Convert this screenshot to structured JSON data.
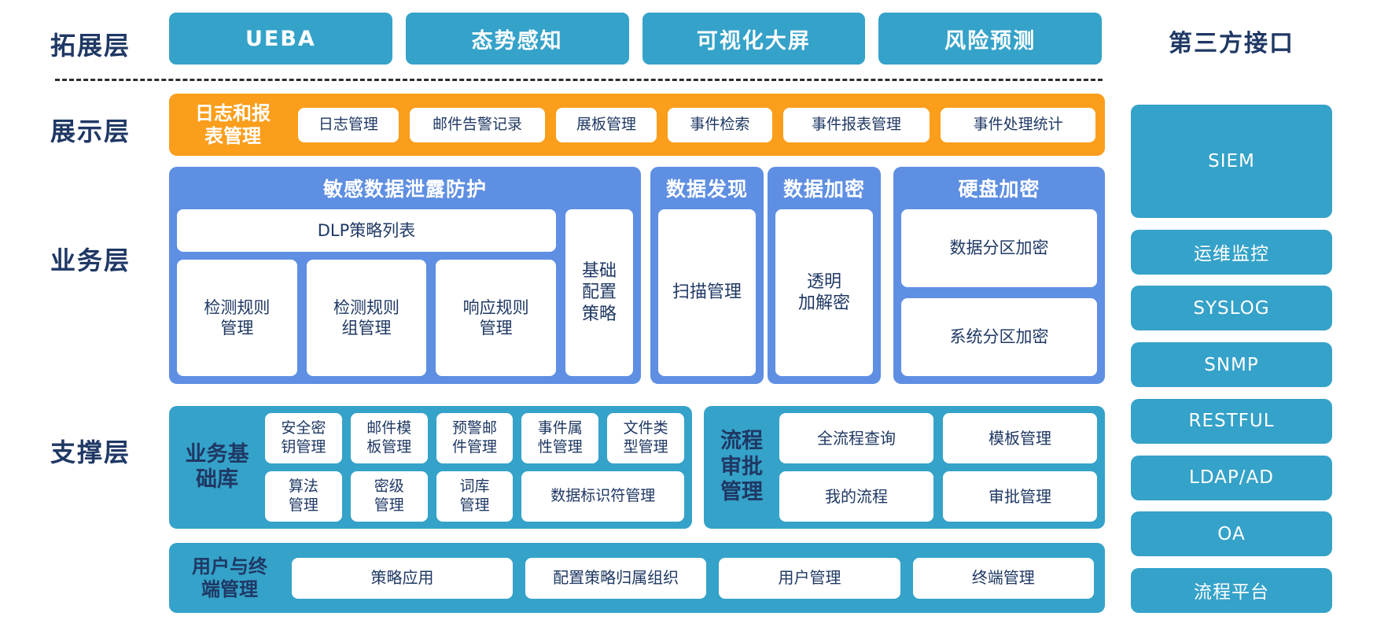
{
  "colors": {
    "teal": "#35A2C9",
    "orange": "#FA9E1C",
    "cornflower_blue": "#5E8FE2",
    "navy_text": "#1F3864"
  },
  "left_labels": {
    "expansion": "拓展层",
    "display": "展示层",
    "business": "业务层",
    "support": "支撑层"
  },
  "top_buttons": [
    "UEBA",
    "态势感知",
    "可视化大屏",
    "风险预测"
  ],
  "display_layer": {
    "title": "日志和报\n表管理",
    "items": [
      "日志管理",
      "邮件告警记录",
      "展板管理",
      "事件检索",
      "事件报表管理",
      "事件处理统计"
    ]
  },
  "business_layer": {
    "dlp": {
      "title": "敏感数据泄露防护",
      "top_item": "DLP策略列表",
      "side_item": "基础\n配置\n策略",
      "items": [
        "检测规则\n管理",
        "检测规则\n组管理",
        "响应规则\n管理"
      ]
    },
    "discovery": {
      "title": "数据发现",
      "item": "扫描管理"
    },
    "encryption": {
      "title": "数据加密",
      "item": "透明\n加解密"
    },
    "disk": {
      "title": "硬盘加密",
      "items": [
        "数据分区加密",
        "系统分区加密"
      ]
    }
  },
  "support_layer": {
    "base_lib": {
      "title": "业务基\n础库",
      "row1": [
        "安全密\n钥管理",
        "邮件模\n板管理",
        "预警邮\n件管理",
        "事件属\n性管理",
        "文件类\n型管理"
      ],
      "row2": [
        "算法\n管理",
        "密级\n管理",
        "词库\n管理",
        "数据标识符管理"
      ]
    },
    "workflow": {
      "title": "流程\n审批\n管理",
      "row1": [
        "全流程查询",
        "模板管理"
      ],
      "row2": [
        "我的流程",
        "审批管理"
      ]
    }
  },
  "user_layer": {
    "title": "用户与终\n端管理",
    "items": [
      "策略应用",
      "配置策略归属组织",
      "用户管理",
      "终端管理"
    ]
  },
  "third_party": {
    "title": "第三方接口",
    "items": [
      "SIEM",
      "运维监控",
      "SYSLOG",
      "SNMP",
      "RESTFUL",
      "LDAP/AD",
      "OA",
      "流程平台"
    ]
  }
}
